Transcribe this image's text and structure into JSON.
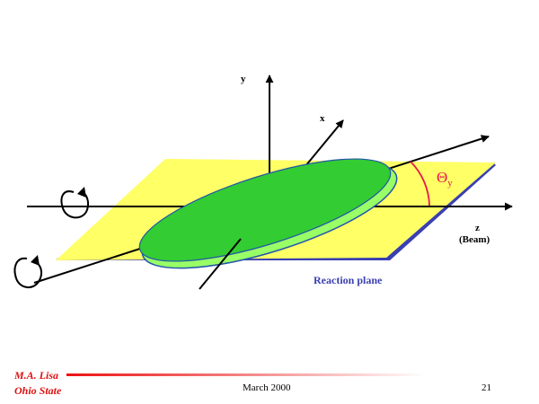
{
  "diagram": {
    "axis_labels": {
      "y": "y",
      "x": "x",
      "z": "z",
      "beam": "(Beam)"
    },
    "angle_label": {
      "symbol": "Θ",
      "subscript": "y"
    },
    "plane_label": "Reaction plane"
  },
  "footer": {
    "author_line1": "M.A. Lisa",
    "author_line2": "Ohio State",
    "date": "March 2000",
    "page_number": "21"
  },
  "colors": {
    "plane_fill": "#ffff66",
    "plane_edge": "#3a3fb0",
    "ellipsoid_top": "#33cc33",
    "ellipsoid_under": "#99ff66",
    "ellipsoid_outline": "#2255aa",
    "angle_arc": "#e8194f",
    "plane_label_color": "#3a3fb0",
    "footer_author_color": "#dd1111"
  }
}
